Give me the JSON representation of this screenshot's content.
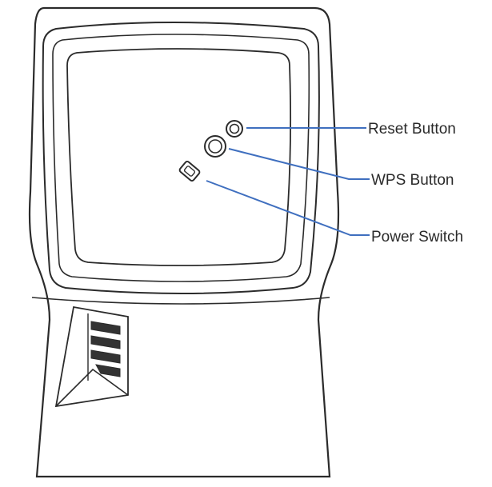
{
  "diagram": {
    "labels": {
      "reset": "Reset Button",
      "wps": "WPS Button",
      "power": "Power Switch"
    },
    "colors": {
      "outline": "#2b2b2b",
      "leader_line": "#3f6fbf",
      "label_text": "#2a2a2a",
      "background": "#ffffff"
    }
  }
}
